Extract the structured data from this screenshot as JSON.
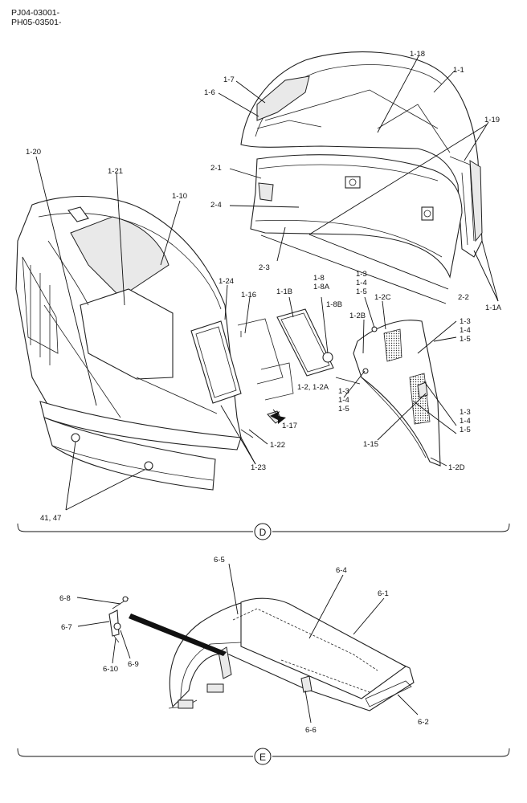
{
  "header": {
    "line1": "PJ04-03001-",
    "line2": "PH05-03501-"
  },
  "sections": [
    {
      "id": "D"
    },
    {
      "id": "E"
    }
  ],
  "labels_d": {
    "l1_18": "1-18",
    "l1_1": "1-1",
    "l1_7": "1-7",
    "l1_6": "1-6",
    "l1_19": "1-19",
    "l1_20": "1-20",
    "l1_21": "1-21",
    "l1_10": "1-10",
    "l2_1": "2-1",
    "l2_4": "2-4",
    "l2_3": "2-3",
    "l2_2": "2-2",
    "l1_1a": "1-1A",
    "l1_24": "1-24",
    "l1_16": "1-16",
    "l1_1b": "1-1B",
    "l1_8": "1-8",
    "l1_8a": "1-8A",
    "l1_8b": "1-8B",
    "l1_3a": "1-3",
    "l1_4a": "1-4",
    "l1_5a": "1-5",
    "l1_2c": "1-2C",
    "l1_2b": "1-2B",
    "l1_3b": "1-3",
    "l1_4b": "1-4",
    "l1_5b": "1-5",
    "l1_2_2a": "1-2, 1-2A",
    "l1_3c": "1-3",
    "l1_4c": "1-4",
    "l1_5c": "1-5",
    "l1_3d": "1-3",
    "l1_4d": "1-4",
    "l1_5d": "1-5",
    "l1_17": "1-17",
    "l1_22": "1-22",
    "l1_15": "1-15",
    "l1_23": "1-23",
    "l1_2d": "1-2D",
    "l41_47": "41, 47"
  },
  "labels_e": {
    "l6_5": "6-5",
    "l6_4": "6-4",
    "l6_1": "6-1",
    "l6_8": "6-8",
    "l6_7": "6-7",
    "l6_9": "6-9",
    "l6_10": "6-10",
    "l6_6": "6-6",
    "l6_2": "6-2"
  }
}
